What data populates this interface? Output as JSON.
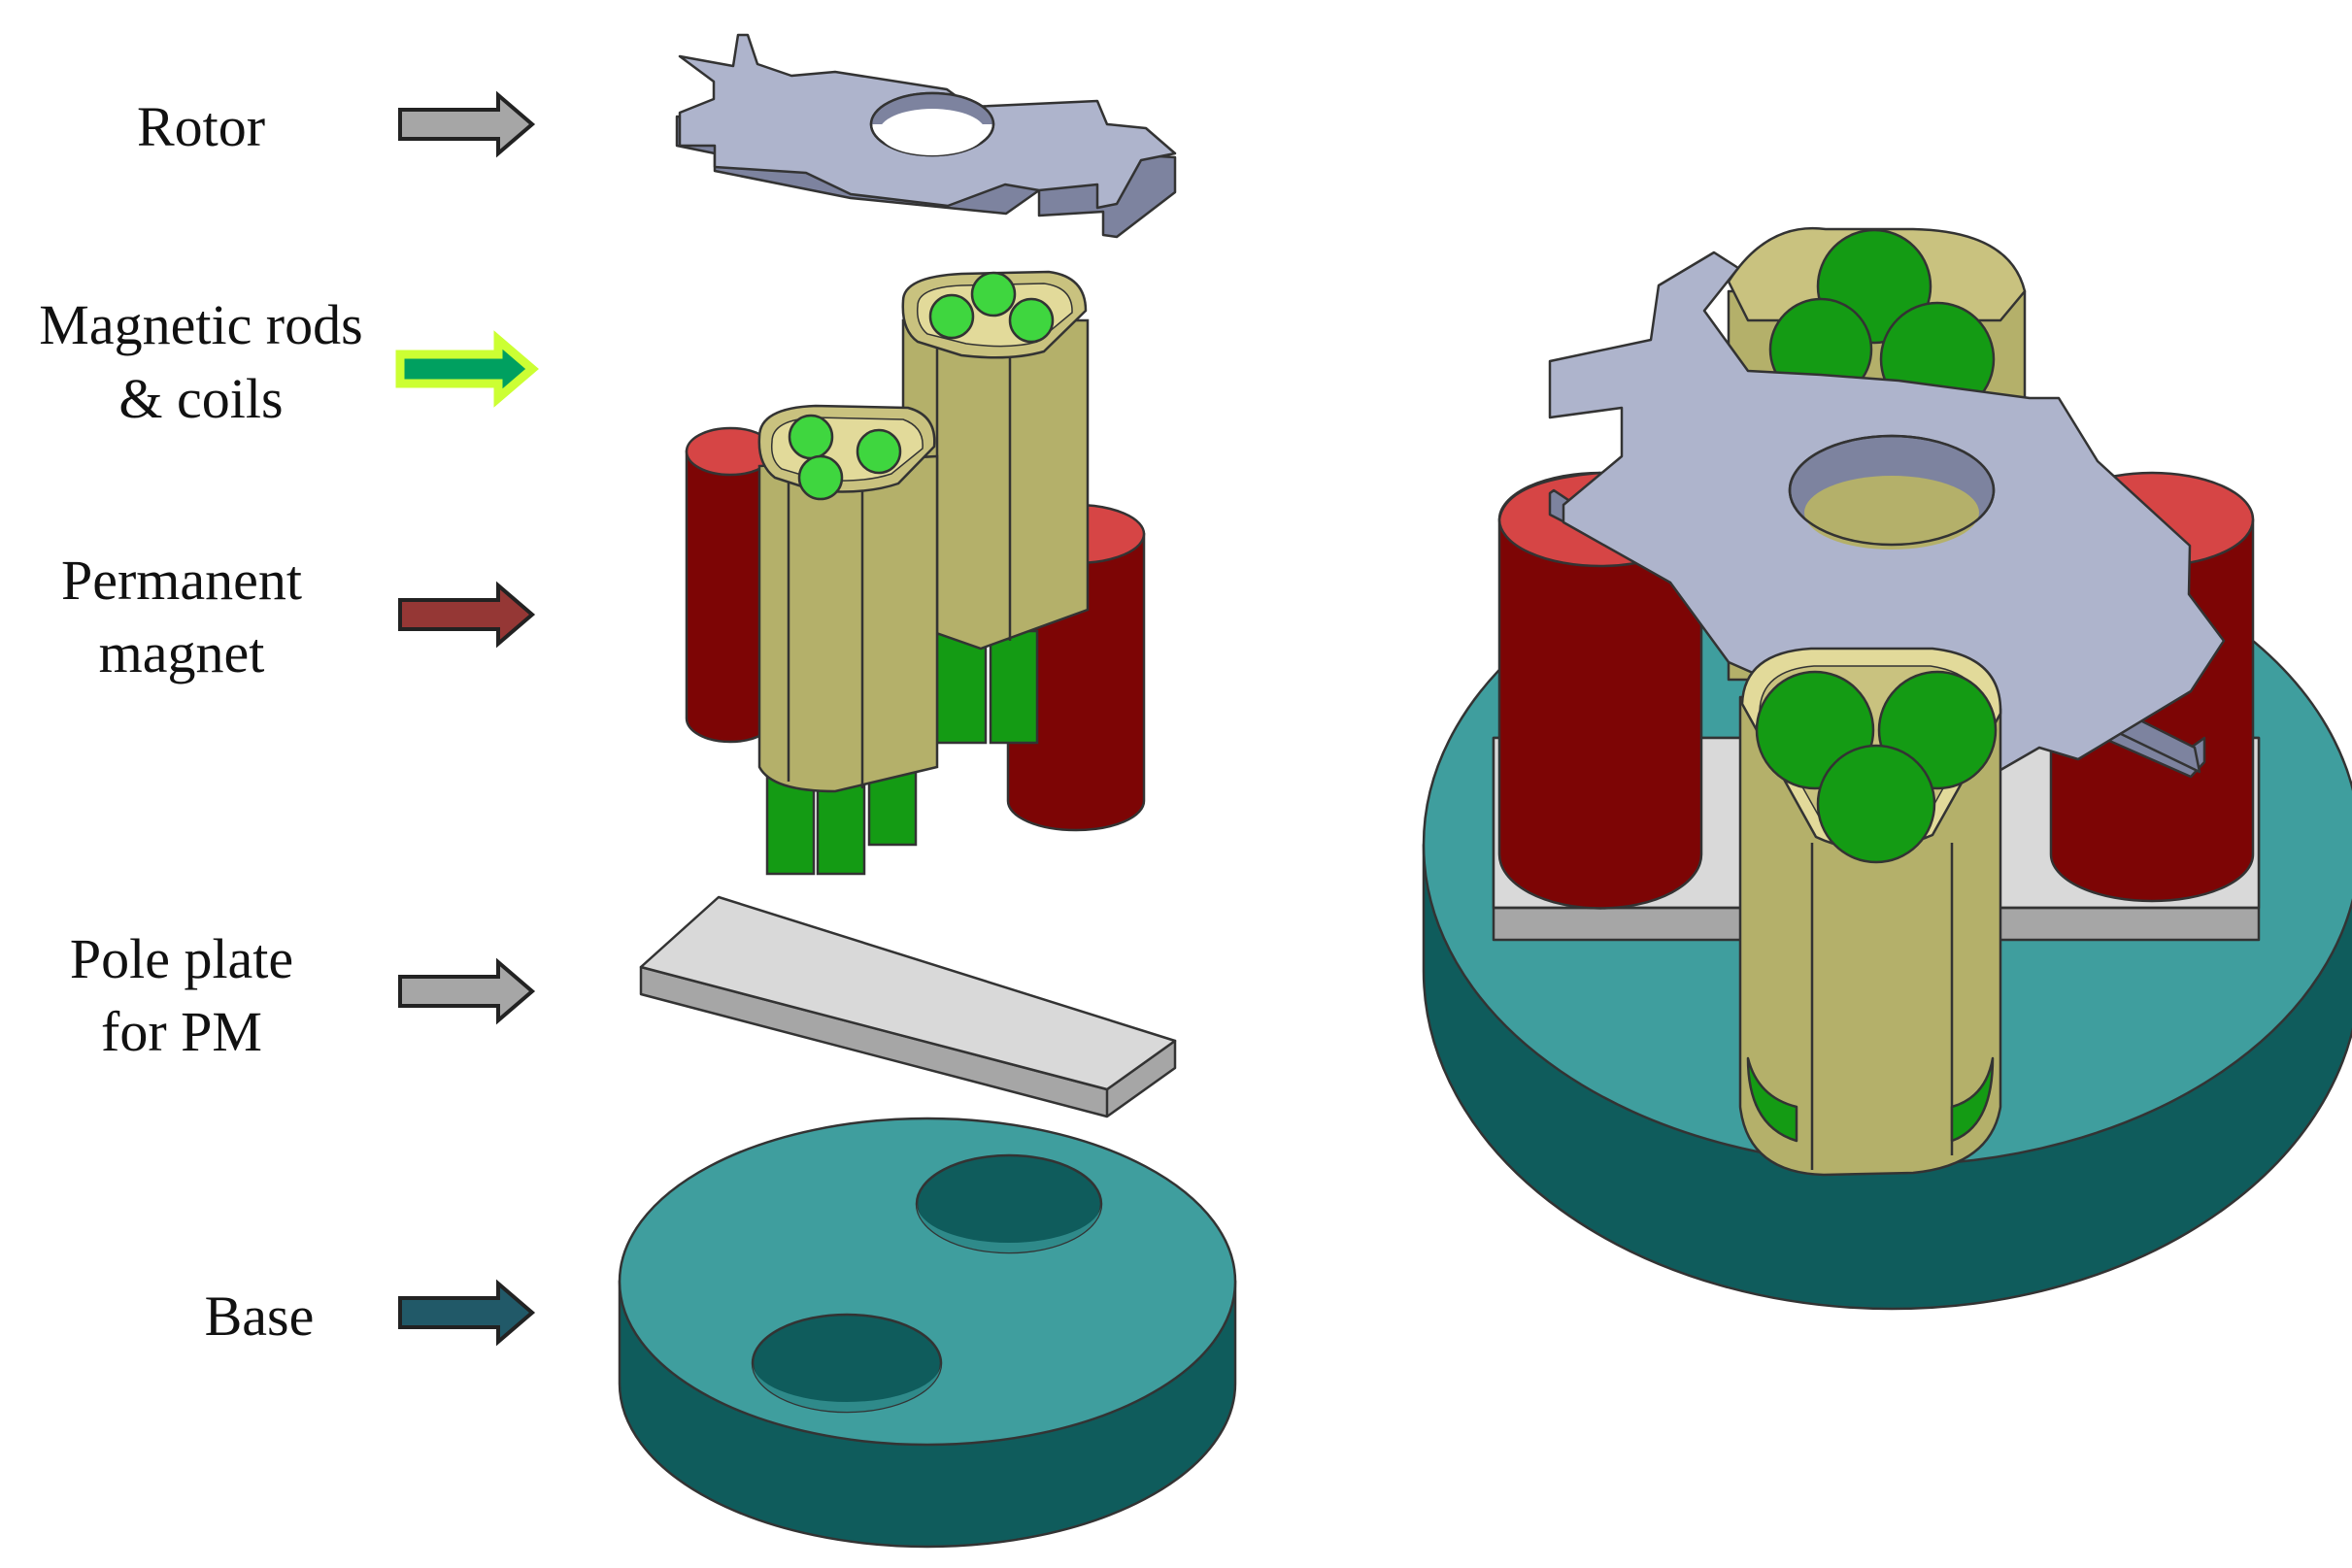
{
  "labels": [
    {
      "id": "rotor",
      "lines": [
        "Rotor"
      ]
    },
    {
      "id": "rods",
      "lines": [
        "Magnetic rods",
        "& coils"
      ]
    },
    {
      "id": "magnet",
      "lines": [
        "Permanent",
        "magnet"
      ]
    },
    {
      "id": "poleplate",
      "lines": [
        "Pole plate",
        "for PM"
      ]
    },
    {
      "id": "base",
      "lines": [
        "Base"
      ]
    }
  ],
  "colors": {
    "rotor_top": "#aeb4cc",
    "rotor_side": "#7d839f",
    "arrow_rotor": "#a6a6a6",
    "arrow_rods_fill": "#00a060",
    "arrow_rods_outline": "#ccff33",
    "arrow_magnet": "#953735",
    "arrow_poleplate": "#a6a6a6",
    "arrow_base": "#215968",
    "coil_front": "#b4b06a",
    "coil_side": "#c9c27f",
    "rod_top": "#3fd63f",
    "rod_side": "#149b14",
    "magnet_top": "#d64545",
    "magnet_side": "#7d0505",
    "plate_top": "#d9d9d9",
    "plate_side": "#a6a6a6",
    "base_top": "#3f9e9e",
    "base_side": "#0f5c5c"
  }
}
